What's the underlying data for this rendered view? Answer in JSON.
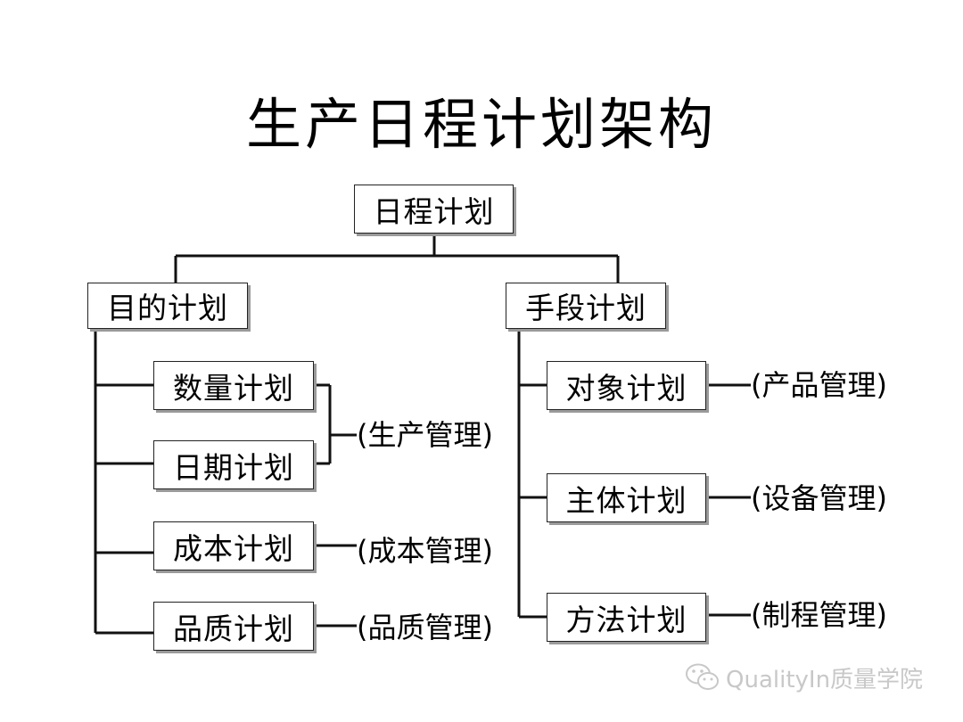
{
  "title": "生产日程计划架构",
  "root": "日程计划",
  "branches": {
    "left": "目的计划",
    "right": "手段计划"
  },
  "left_items": [
    "数量计划",
    "日期计划",
    "成本计划",
    "品质计划"
  ],
  "left_notes": [
    "(生产管理)",
    "(成本管理)",
    "(品质管理)"
  ],
  "right_items": [
    "对象计划",
    "主体计划",
    "方法计划"
  ],
  "right_notes": [
    "(产品管理)",
    "(设备管理)",
    "(制程管理)"
  ],
  "watermark": "QualityIn质量学院",
  "watermark_icon": "wechat-icon"
}
